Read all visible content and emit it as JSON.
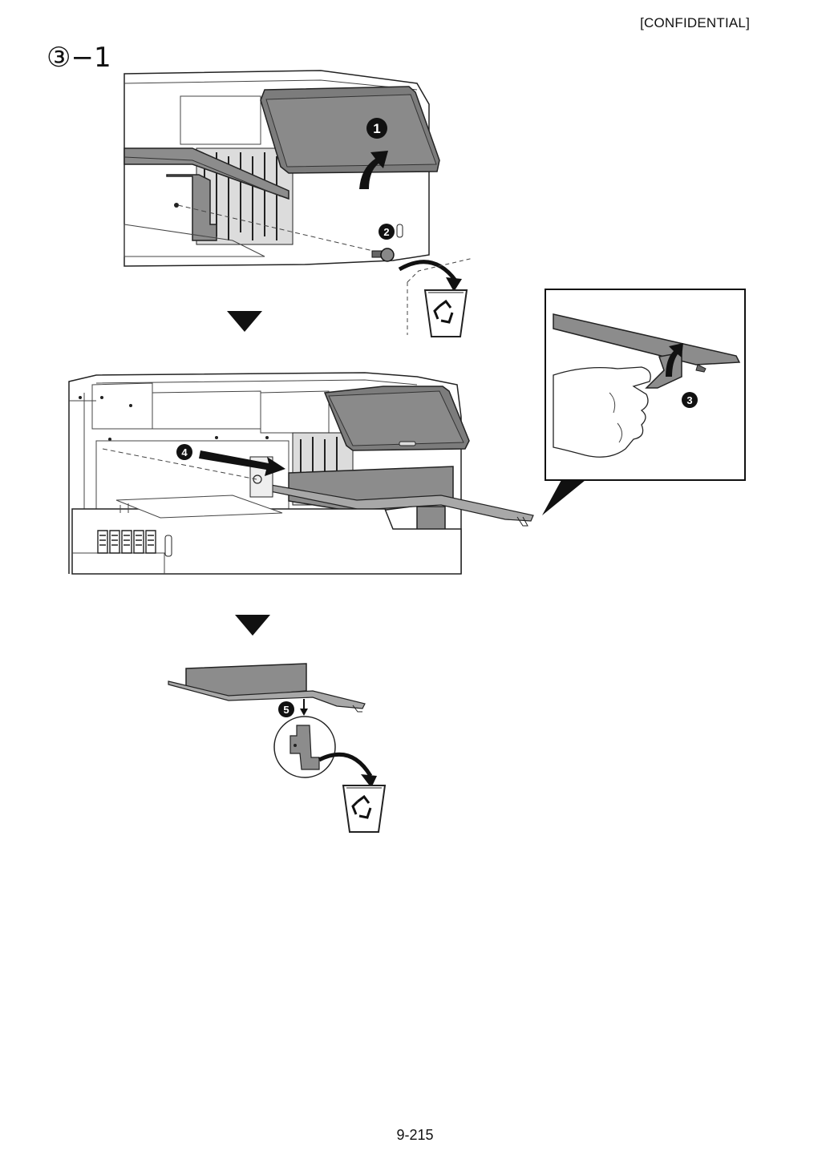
{
  "header": {
    "confidential": "[CONFIDENTIAL]"
  },
  "step": {
    "label": "③−1"
  },
  "callouts": [
    "❶",
    "❷",
    "❸",
    "❹",
    "❺"
  ],
  "icons": [
    "arrow-down-icon",
    "recycle-bin-icon",
    "screw-icon",
    "hand-icon",
    "curved-arrow-icon"
  ],
  "footer": {
    "page_number": "9-215"
  }
}
